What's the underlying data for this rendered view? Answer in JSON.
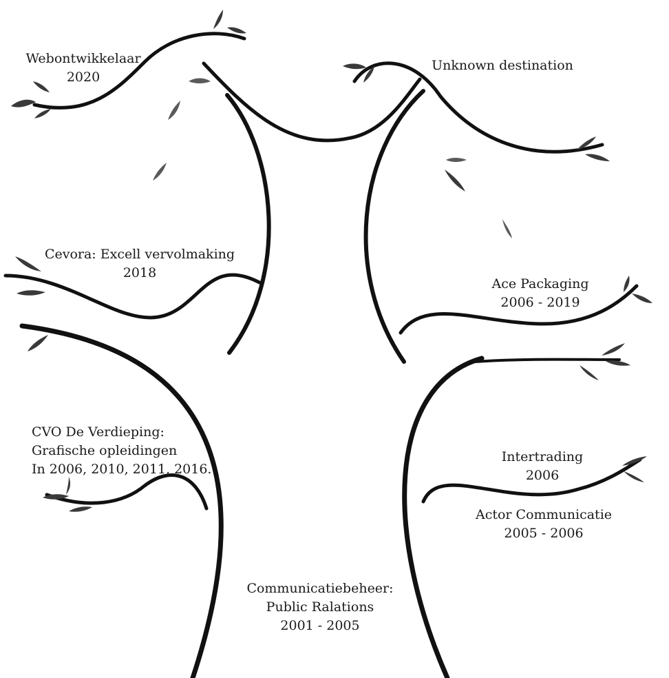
{
  "labels": {
    "webontwikkelaar": {
      "line1": "Webontwikkelaar",
      "line2": "2020"
    },
    "unknown": {
      "line1": "Unknown destination"
    },
    "cevora": {
      "line1": "Cevora: Excell vervolmaking",
      "line2": "2018"
    },
    "ace": {
      "line1": "Ace Packaging",
      "line2": "2006 - 2019"
    },
    "cvo": {
      "line1": "CVO De Verdieping:",
      "line2": "Grafische opleidingen",
      "line3": "In 2006, 2010, 2011, 2016."
    },
    "intertrading": {
      "line1": "Intertrading",
      "line2": "2006"
    },
    "actor": {
      "line1": "Actor Communicatie",
      "line2": "2005 - 2006"
    },
    "communicatie": {
      "line1": "Communicatiebeheer:",
      "line2": "Public Ralations",
      "line3": "2001 - 2005"
    }
  },
  "colors": {
    "stroke": "#111111",
    "leaf": "#3a3a3a",
    "background": "#ffffff"
  }
}
